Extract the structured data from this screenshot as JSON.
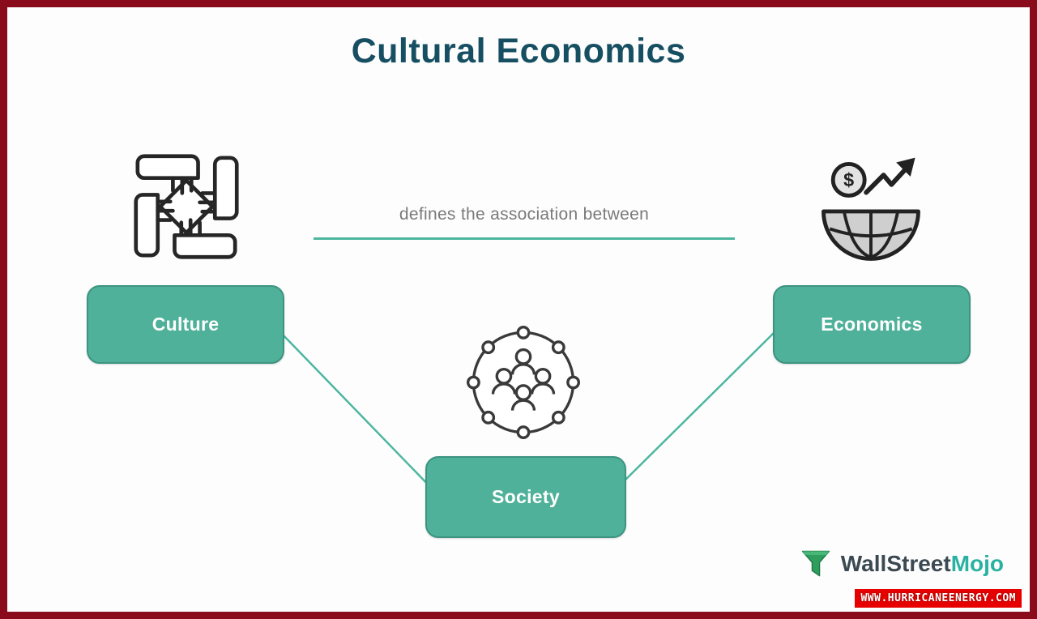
{
  "title": "Cultural Economics",
  "connector": {
    "label": "defines the association between"
  },
  "nodes": {
    "culture": {
      "label": "Culture"
    },
    "economics": {
      "label": "Economics"
    },
    "society": {
      "label": "Society"
    }
  },
  "economics_icon": {
    "coin_symbol": "$"
  },
  "logo": {
    "primary": "WallStreet",
    "accent": "Mojo"
  },
  "watermark": {
    "text": "WWW.HURRICANEENERGY.COM"
  },
  "colors": {
    "frame_border": "#8a0c1c",
    "node_fill": "#4fb199",
    "node_border": "#3d9480",
    "connector_line": "#4db6a0",
    "title_text": "#174f62",
    "connector_label_text": "#7a7a7a",
    "watermark_bg": "#e60000",
    "watermark_text": "#ffffff",
    "logo_primary_text": "#3b4a52",
    "logo_accent_text": "#29b2a2"
  }
}
